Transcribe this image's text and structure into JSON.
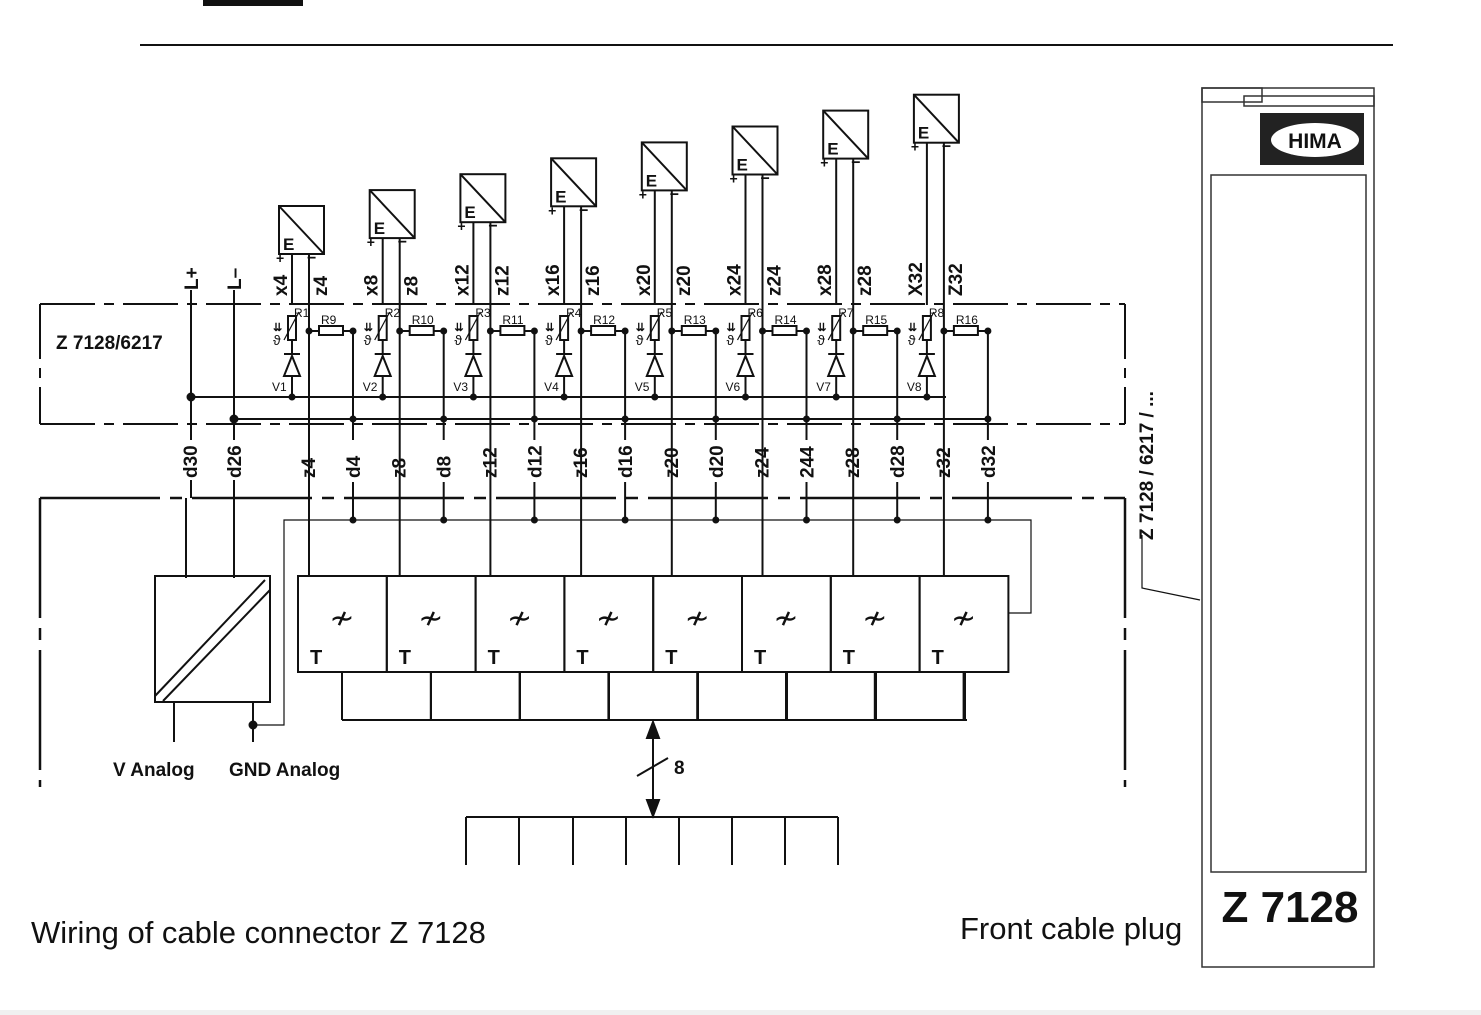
{
  "diagram": {
    "board_label": "Z 7128/6217",
    "side_label": "Z 7128 / 6217 / ...",
    "supply_labels": [
      "L+",
      "L–"
    ],
    "channels": [
      {
        "top_x": "x4",
        "top_z": "z4",
        "r_a": "R1",
        "r_b": "R9",
        "diode": "V1",
        "pin_z": "z4",
        "pin_d": "d4"
      },
      {
        "top_x": "x8",
        "top_z": "z8",
        "r_a": "R2",
        "r_b": "R10",
        "diode": "V2",
        "pin_z": "z8",
        "pin_d": "d8"
      },
      {
        "top_x": "x12",
        "top_z": "z12",
        "r_a": "R3",
        "r_b": "R11",
        "diode": "V3",
        "pin_z": "z12",
        "pin_d": "d12"
      },
      {
        "top_x": "x16",
        "top_z": "z16",
        "r_a": "R4",
        "r_b": "R12",
        "diode": "V4",
        "pin_z": "z16",
        "pin_d": "d16"
      },
      {
        "top_x": "x20",
        "top_z": "z20",
        "r_a": "R5",
        "r_b": "R13",
        "diode": "V5",
        "pin_z": "z20",
        "pin_d": "d20"
      },
      {
        "top_x": "x24",
        "top_z": "z24",
        "r_a": "R6",
        "r_b": "R14",
        "diode": "V6",
        "pin_z": "z24",
        "pin_d": "244"
      },
      {
        "top_x": "x28",
        "top_z": "z28",
        "r_a": "R7",
        "r_b": "R15",
        "diode": "V7",
        "pin_z": "z28",
        "pin_d": "d28"
      },
      {
        "top_x": "X32",
        "top_z": "Z32",
        "r_a": "R8",
        "r_b": "R16",
        "diode": "V8",
        "pin_z": "z32",
        "pin_d": "d32"
      }
    ],
    "supply_pins": [
      "d30",
      "d26"
    ],
    "filter_label": "T",
    "filter_symbol": "≁",
    "transmitter_plus": "+",
    "transmitter_minus": "−",
    "transmitter_mark": "E",
    "bus_width": "8",
    "v_analog": "V Analog",
    "gnd_analog": "GND Analog"
  },
  "plug": {
    "brand": "HIMA",
    "model": "Z 7128"
  },
  "captions": {
    "left": "Wiring of cable connector Z 7128",
    "right": "Front cable plug"
  }
}
